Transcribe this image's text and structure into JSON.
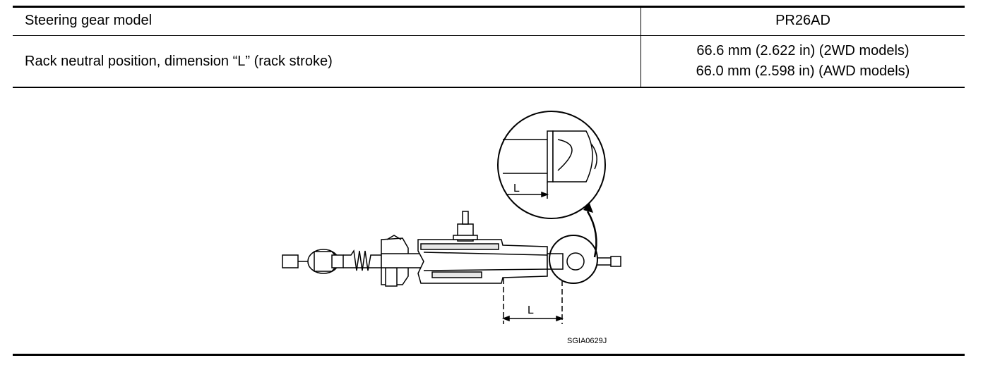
{
  "spec_table": {
    "rows": [
      {
        "label": "Steering gear model",
        "value_lines": [
          "PR26AD"
        ]
      },
      {
        "label": "Rack neutral position, dimension “L” (rack stroke)",
        "value_lines": [
          "66.6 mm (2.622 in) (2WD models)",
          "66.0 mm (2.598 in) (AWD models)"
        ]
      }
    ]
  },
  "figure": {
    "dimension_label": "L",
    "detail_dimension_label": "L",
    "code": "SGIA0629J"
  }
}
